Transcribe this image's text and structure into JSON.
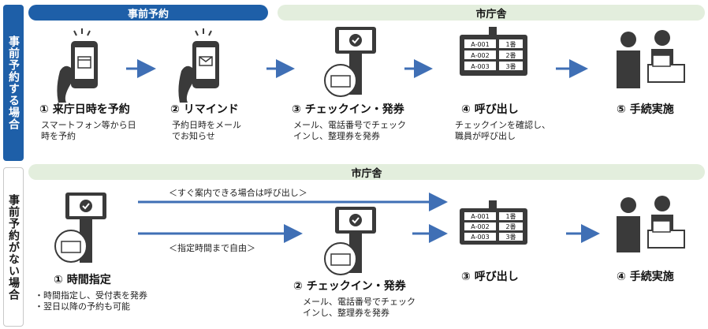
{
  "rows": [
    {
      "side_label": "事前予約する場合",
      "bands": [
        "事前予約",
        "市庁舎"
      ],
      "steps": [
        {
          "label": "① 来庁日時を予約",
          "desc": [
            "スマートフォン等から日",
            "時を予約"
          ]
        },
        {
          "label": "② リマインド",
          "desc": [
            "予約日時をメール",
            "でお知らせ"
          ]
        },
        {
          "label": "③ チェックイン・発券",
          "desc": [
            "メール、電話番号でチェック",
            "インし、整理券を発券"
          ]
        },
        {
          "label": "④ 呼び出し",
          "desc": [
            "チェックインを確認し、",
            "職員が呼び出し"
          ]
        },
        {
          "label": "⑤ 手続実施",
          "desc": []
        }
      ]
    },
    {
      "side_label": "事前予約がない場合",
      "bands": [
        "市庁舎"
      ],
      "steps": [
        {
          "label": "① 時間指定",
          "desc": [
            "・時間指定し、受付表を発券",
            "・翌日以降の予約も可能"
          ]
        },
        {
          "label": "② チェックイン・発券",
          "desc": [
            "メール、電話番号でチェック",
            "インし、整理券を発券"
          ]
        },
        {
          "label": "③ 呼び出し",
          "desc": []
        },
        {
          "label": "④ 手続実施",
          "desc": []
        }
      ],
      "arrow_notes": [
        "＜すぐ案内できる場合は呼び出し＞",
        "＜指定時間まで自由＞"
      ]
    }
  ],
  "queue_board": [
    {
      "ticket": "A-001",
      "counter": "1番"
    },
    {
      "ticket": "A-002",
      "counter": "2番"
    },
    {
      "ticket": "A-003",
      "counter": "3番"
    }
  ],
  "colors": {
    "primary": "#1e5fa8",
    "band_green": "#e3eedd",
    "arrow": "#3f6fb5",
    "icon": "#3a3a3a"
  }
}
